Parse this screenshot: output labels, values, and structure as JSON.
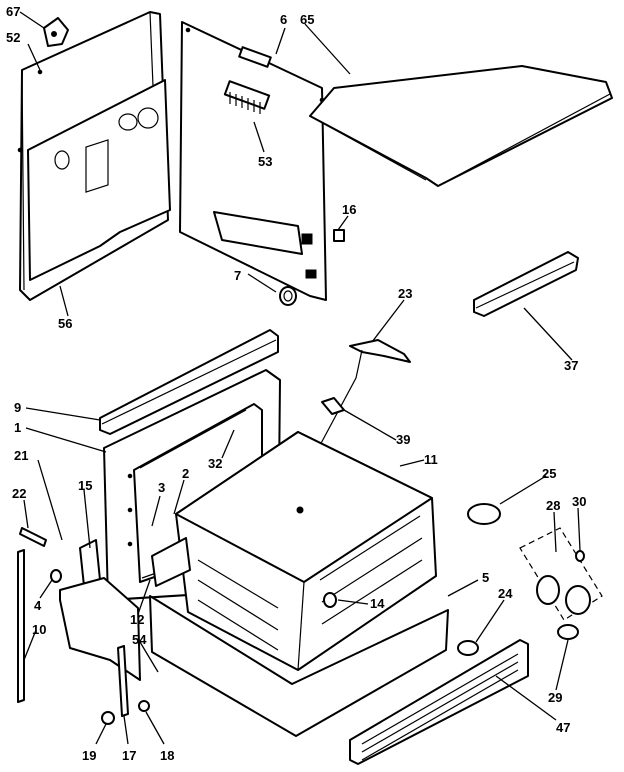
{
  "callouts": {
    "c67": "67",
    "c52": "52",
    "c56": "56",
    "c6": "6",
    "c65": "65",
    "c53": "53",
    "c16": "16",
    "c7": "7",
    "c23": "23",
    "c37": "37",
    "c9": "9",
    "c1": "1",
    "c21": "21",
    "c32": "32",
    "c39": "39",
    "c11": "11",
    "c15": "15",
    "c22": "22",
    "c3": "3",
    "c2": "2",
    "c25": "25",
    "c28": "28",
    "c30": "30",
    "c4": "4",
    "c14": "14",
    "c12": "12",
    "c5": "5",
    "c10": "10",
    "c54": "54",
    "c24": "24",
    "c29": "29",
    "c19": "19",
    "c17": "17",
    "c18": "18",
    "c47": "47"
  }
}
